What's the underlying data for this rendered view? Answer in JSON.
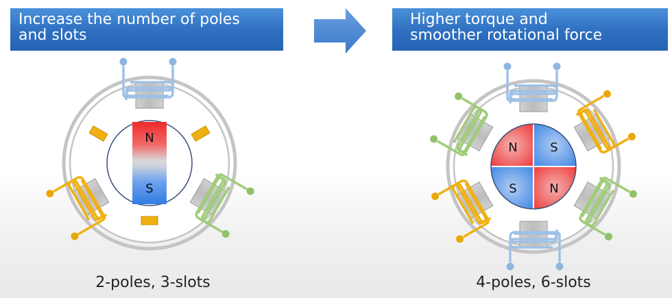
{
  "left_banner": {
    "line1": "Increase the number of poles",
    "line2": "and slots"
  },
  "right_banner": {
    "line1": "Higher torque and",
    "line2": "smoother rotational force"
  },
  "left_caption": "2-poles, 3-slots",
  "right_caption": "4-poles, 6-slots",
  "motor_2pole": {
    "north_label": "N",
    "south_label": "S"
  },
  "motor_4pole": {
    "labels": [
      "N",
      "S",
      "S",
      "N"
    ]
  },
  "colors": {
    "banner": "#2e6fc0",
    "arrow": "#4a86d0",
    "coil_blue": "#9ec1e6",
    "coil_yellow": "#f1b012",
    "coil_green": "#9fcd7a",
    "magnet_red": "#ee2a2a",
    "magnet_blue": "#2f7de3",
    "stator": "#c2c2c2"
  }
}
